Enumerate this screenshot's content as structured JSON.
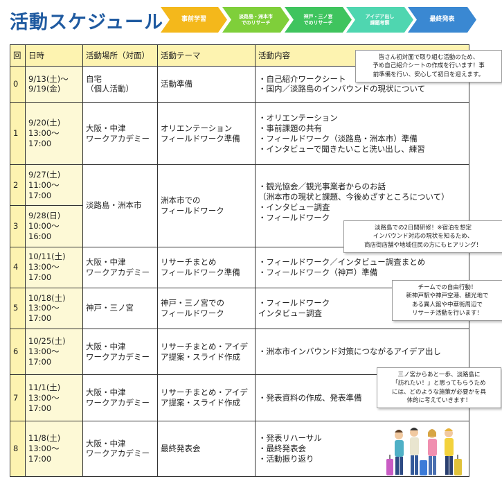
{
  "page": {
    "title": "活動スケジュール"
  },
  "flow_steps": [
    {
      "label": "事前学習"
    },
    {
      "label": "淡路島・洲本市\nでのリサーチ"
    },
    {
      "label": "神戸・三ノ宮\nでのリサーチ"
    },
    {
      "label": "アイデア出し\n課題考察"
    },
    {
      "label": "最終発表"
    }
  ],
  "table": {
    "headers": {
      "no": "回",
      "date": "日時",
      "place": "活動場所（対面）",
      "theme": "活動テーマ",
      "content": "活動内容"
    },
    "rows": [
      {
        "no": "0",
        "date": "9/13(土)〜\n9/19(金)",
        "place": "自宅\n（個人活動）",
        "theme": "活動準備",
        "content": "・自己紹介ワークシート\n・国内／淡路島のインバウンドの現状について"
      },
      {
        "no": "1",
        "date": "9/20(土)\n13:00〜17:00",
        "place": "大阪・中津\nワークアカデミー",
        "theme": "オリエンテーション\nフィールドワーク準備",
        "content": "・オリエンテーション\n・事前課題の共有\n・フィールドワーク（淡路島・洲本市）準備\n・インタビューで聞きたいこと洗い出し、練習"
      },
      {
        "no": "2",
        "date": "9/27(土)\n11:00〜17:00",
        "place": "淡路島・洲本市",
        "theme": "洲本市での\nフィールドワーク",
        "content": "・観光協会／観光事業者からのお話\n（洲本市の現状と課題、今後めざすところについて）\n・インタビュー調査\n・フィールドワーク"
      },
      {
        "no": "3",
        "date": "9/28(日)\n10:00〜16:00"
      },
      {
        "no": "4",
        "date": "10/11(土)\n13:00〜17:00",
        "place": "大阪・中津\nワークアカデミー",
        "theme": "リサーチまとめ\nフィールドワーク準備",
        "content": "・フィールドワーク／インタビュー調査まとめ\n・フィールドワーク（神戸）準備"
      },
      {
        "no": "5",
        "date": "10/18(土)\n13:00〜17:00",
        "place": "神戸・三ノ宮",
        "theme": "神戸・三ノ宮での\nフィールドワーク",
        "content": "・フィールドワーク\n  インタビュー調査"
      },
      {
        "no": "6",
        "date": "10/25(土)\n13:00〜17:00",
        "place": "大阪・中津\nワークアカデミー",
        "theme": "リサーチまとめ・アイデ\nア提案・スライド作成",
        "content": "・洲本市インバウンド対策につながるアイデア出し"
      },
      {
        "no": "7",
        "date": "11/1(土)\n13:00〜17:00",
        "place": "大阪・中津\nワークアカデミー",
        "theme": "リサーチまとめ・アイデ\nア提案・スライド作成",
        "content": "・発表資料の作成、発表準備"
      },
      {
        "no": "8",
        "date": "11/8(土)\n13:00〜17:00",
        "place": "大阪・中津\nワークアカデミー",
        "theme": "最終発表会",
        "content": "・発表リハーサル\n・最終発表会\n・活動振り返り"
      }
    ]
  },
  "notes": [
    {
      "text": "皆さん初対面で取り組む活動のため、\n予め自己紹介シートの作成を行います！事\n前準備を行い、安心して初日を迎えます。"
    },
    {
      "text": "淡路島での2日間研修！※宿泊を想定\nインバウンド対応の現状を知るため、\n商店街店舗や地域住民の方にもヒアリング！"
    },
    {
      "text": "チームでの自由行動！\n新神戸駅や神戸空港、観光地で\nある異人館や中華街周辺で\nリサーチ活動を行います！"
    },
    {
      "text": "三ノ宮からあと一歩、淡路島に\n「訪れたい！」と思ってもらうため\nには、どのような施策が必要かを具\n体的に考えていきます！"
    }
  ],
  "illustration": {
    "icon": "travelers-illustration"
  }
}
